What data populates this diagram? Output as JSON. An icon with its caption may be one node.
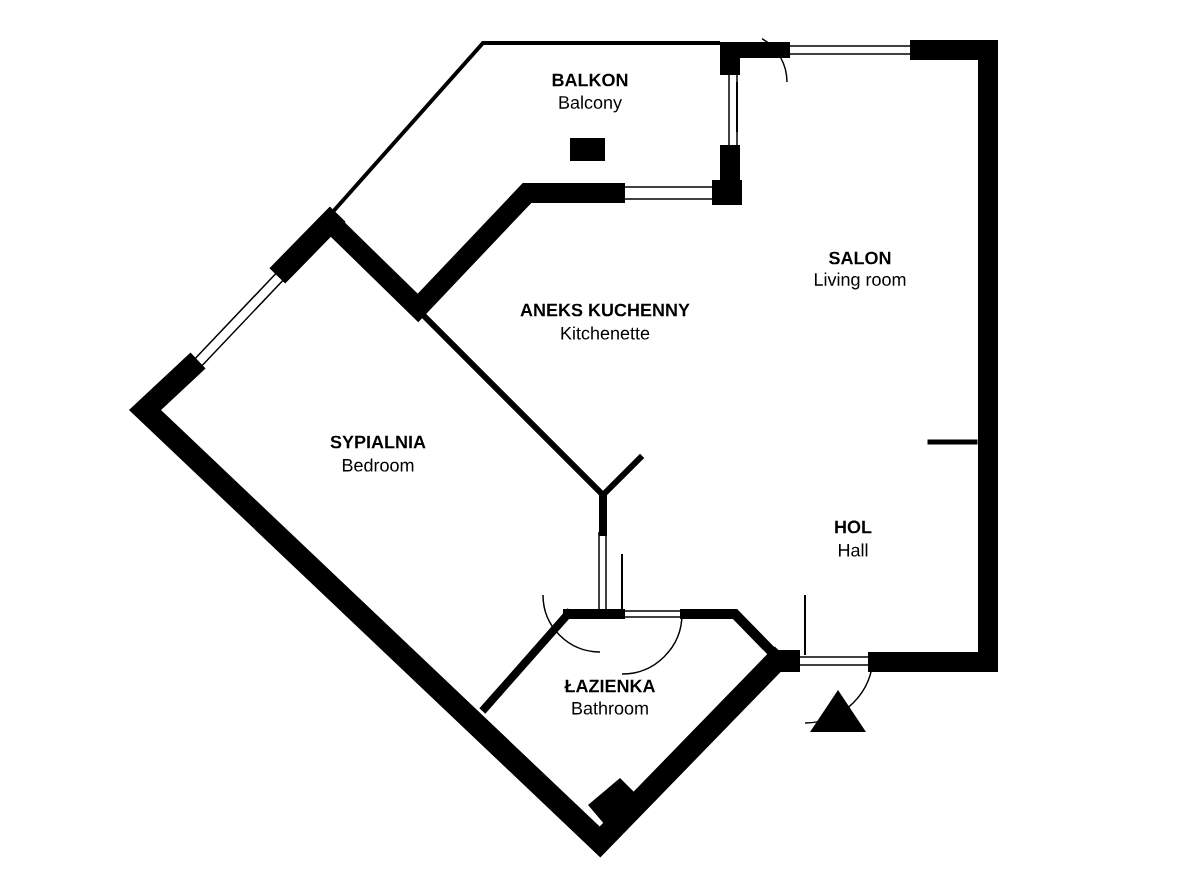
{
  "diagram": {
    "labels": [
      "BALKON",
      "Balcony",
      "SALON",
      "Living room",
      "ANEKS KUCHENNY",
      "Kitchenette",
      "SYPIALNIA",
      "Bedroom",
      "HOL",
      "Hall",
      "ŁAZIENKA",
      "Bathroom"
    ]
  }
}
